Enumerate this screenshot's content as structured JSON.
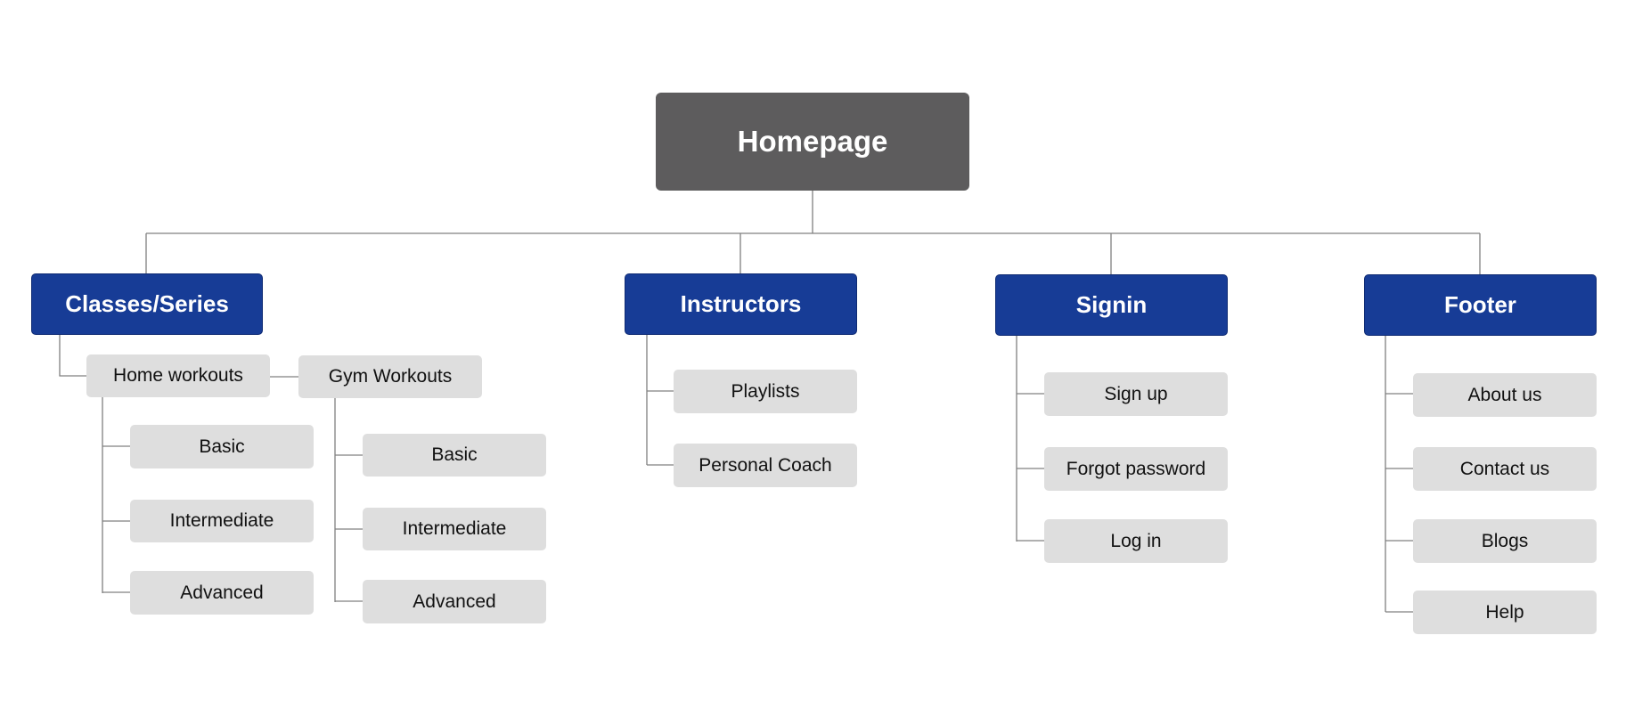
{
  "colors": {
    "root_fill": "#5d5c5d",
    "section_fill": "#173c96",
    "page_fill": "#dedede",
    "connector": "#808080"
  },
  "root": {
    "label": "Homepage"
  },
  "sections": {
    "classes": {
      "label": "Classes/Series",
      "home_workouts": {
        "label": "Home workouts",
        "items": [
          "Basic",
          "Intermediate",
          "Advanced"
        ]
      },
      "gym_workouts": {
        "label": "Gym Workouts",
        "items": [
          "Basic",
          "Intermediate",
          "Advanced"
        ]
      }
    },
    "instructors": {
      "label": "Instructors",
      "items": [
        "Playlists",
        "Personal Coach"
      ]
    },
    "signin": {
      "label": "Signin",
      "items": [
        "Sign up",
        "Forgot password",
        "Log in"
      ]
    },
    "footer": {
      "label": "Footer",
      "items": [
        "About us",
        "Contact us",
        "Blogs",
        "Help"
      ]
    }
  }
}
